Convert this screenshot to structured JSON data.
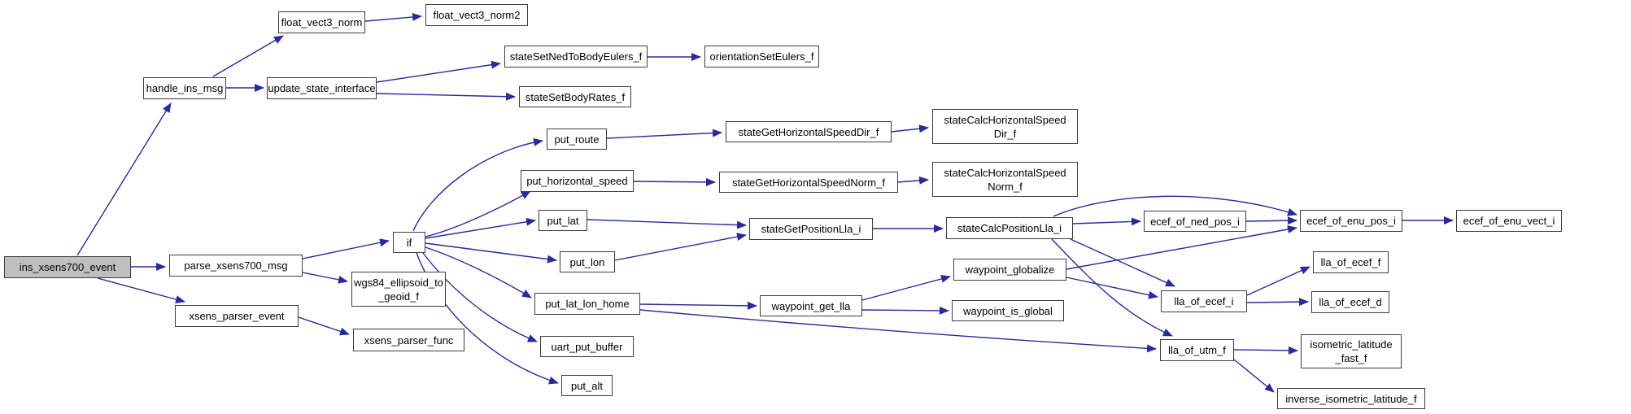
{
  "diagram": {
    "type": "call-graph",
    "root": "ins_xsens700_event",
    "colors": {
      "edge": "#2a2a9a",
      "node_border": "#3d3d3d",
      "node_fill": "#ffffff",
      "root_node_fill": "#bfbfbf",
      "background": "#ffffff",
      "text": "#000000"
    },
    "nodes": {
      "ins_xsens700_event": {
        "label": "ins_xsens700_event"
      },
      "handle_ins_msg": {
        "label": "handle_ins_msg"
      },
      "float_vect3_norm": {
        "label": "float_vect3_norm"
      },
      "float_vect3_norm2": {
        "label": "float_vect3_norm2"
      },
      "update_state_interface": {
        "label": "update_state_interface"
      },
      "stateSetNedToBodyEulers_f": {
        "label": "stateSetNedToBodyEulers_f"
      },
      "orientationSetEulers_f": {
        "label": "orientationSetEulers_f"
      },
      "stateSetBodyRates_f": {
        "label": "stateSetBodyRates_f"
      },
      "put_route": {
        "label": "put_route"
      },
      "stateGetHorizontalSpeedDir_f": {
        "label": "stateGetHorizontalSpeedDir_f"
      },
      "stateCalcHorizontalSpeedDir_f": {
        "label": "stateCalcHorizontalSpeed\nDir_f"
      },
      "put_horizontal_speed": {
        "label": "put_horizontal_speed"
      },
      "stateGetHorizontalSpeedNorm_f": {
        "label": "stateGetHorizontalSpeedNorm_f"
      },
      "stateCalcHorizontalSpeedNorm_f": {
        "label": "stateCalcHorizontalSpeed\nNorm_f"
      },
      "if": {
        "label": "if"
      },
      "put_lat": {
        "label": "put_lat"
      },
      "put_lon": {
        "label": "put_lon"
      },
      "stateGetPositionLla_i": {
        "label": "stateGetPositionLla_i"
      },
      "stateCalcPositionLla_i": {
        "label": "stateCalcPositionLla_i"
      },
      "ecef_of_ned_pos_i": {
        "label": "ecef_of_ned_pos_i"
      },
      "ecef_of_enu_pos_i": {
        "label": "ecef_of_enu_pos_i"
      },
      "ecef_of_enu_vect_i": {
        "label": "ecef_of_enu_vect_i"
      },
      "lla_of_ecef_f": {
        "label": "lla_of_ecef_f"
      },
      "lla_of_ecef_i": {
        "label": "lla_of_ecef_i"
      },
      "lla_of_ecef_d": {
        "label": "lla_of_ecef_d"
      },
      "waypoint_globalize": {
        "label": "waypoint_globalize"
      },
      "waypoint_get_lla": {
        "label": "waypoint_get_lla"
      },
      "waypoint_is_global": {
        "label": "waypoint_is_global"
      },
      "put_lat_lon_home": {
        "label": "put_lat_lon_home"
      },
      "uart_put_buffer": {
        "label": "uart_put_buffer"
      },
      "put_alt": {
        "label": "put_alt"
      },
      "parse_xsens700_msg": {
        "label": "parse_xsens700_msg"
      },
      "wgs84_ellipsoid_to_geoid_f": {
        "label": "wgs84_ellipsoid_to\n_geoid_f"
      },
      "xsens_parser_event": {
        "label": "xsens_parser_event"
      },
      "xsens_parser_func": {
        "label": "xsens_parser_func"
      },
      "lla_of_utm_f": {
        "label": "lla_of_utm_f"
      },
      "isometric_latitude_fast_f": {
        "label": "isometric_latitude\n_fast_f"
      },
      "inverse_isometric_latitude_f": {
        "label": "inverse_isometric_latitude_f"
      }
    },
    "edges": [
      {
        "from": "ins_xsens700_event",
        "to": "handle_ins_msg"
      },
      {
        "from": "ins_xsens700_event",
        "to": "parse_xsens700_msg"
      },
      {
        "from": "ins_xsens700_event",
        "to": "xsens_parser_event"
      },
      {
        "from": "parse_xsens700_msg",
        "to": "if"
      },
      {
        "from": "parse_xsens700_msg",
        "to": "wgs84_ellipsoid_to_geoid_f"
      },
      {
        "from": "xsens_parser_event",
        "to": "xsens_parser_func"
      },
      {
        "from": "handle_ins_msg",
        "to": "float_vect3_norm"
      },
      {
        "from": "handle_ins_msg",
        "to": "update_state_interface"
      },
      {
        "from": "float_vect3_norm",
        "to": "float_vect3_norm2"
      },
      {
        "from": "update_state_interface",
        "to": "stateSetNedToBodyEulers_f"
      },
      {
        "from": "update_state_interface",
        "to": "stateSetBodyRates_f"
      },
      {
        "from": "stateSetNedToBodyEulers_f",
        "to": "orientationSetEulers_f"
      },
      {
        "from": "put_route",
        "to": "stateGetHorizontalSpeedDir_f"
      },
      {
        "from": "stateGetHorizontalSpeedDir_f",
        "to": "stateCalcHorizontalSpeedDir_f"
      },
      {
        "from": "put_horizontal_speed",
        "to": "stateGetHorizontalSpeedNorm_f"
      },
      {
        "from": "stateGetHorizontalSpeedNorm_f",
        "to": "stateCalcHorizontalSpeedNorm_f"
      },
      {
        "from": "if",
        "to": "put_route"
      },
      {
        "from": "if",
        "to": "put_horizontal_speed"
      },
      {
        "from": "if",
        "to": "put_lat"
      },
      {
        "from": "if",
        "to": "put_lon"
      },
      {
        "from": "if",
        "to": "put_lat_lon_home"
      },
      {
        "from": "if",
        "to": "uart_put_buffer"
      },
      {
        "from": "if",
        "to": "put_alt"
      },
      {
        "from": "put_lat",
        "to": "stateGetPositionLla_i"
      },
      {
        "from": "put_lon",
        "to": "stateGetPositionLla_i"
      },
      {
        "from": "stateGetPositionLla_i",
        "to": "stateCalcPositionLla_i"
      },
      {
        "from": "stateCalcPositionLla_i",
        "to": "ecef_of_ned_pos_i"
      },
      {
        "from": "stateCalcPositionLla_i",
        "to": "ecef_of_enu_pos_i"
      },
      {
        "from": "stateCalcPositionLla_i",
        "to": "lla_of_ecef_i"
      },
      {
        "from": "stateCalcPositionLla_i",
        "to": "lla_of_utm_f"
      },
      {
        "from": "ecef_of_ned_pos_i",
        "to": "ecef_of_enu_pos_i"
      },
      {
        "from": "ecef_of_enu_pos_i",
        "to": "ecef_of_enu_vect_i"
      },
      {
        "from": "waypoint_globalize",
        "to": "ecef_of_enu_pos_i"
      },
      {
        "from": "waypoint_globalize",
        "to": "lla_of_ecef_i"
      },
      {
        "from": "lla_of_ecef_i",
        "to": "lla_of_ecef_f"
      },
      {
        "from": "lla_of_ecef_i",
        "to": "lla_of_ecef_d"
      },
      {
        "from": "put_lat_lon_home",
        "to": "waypoint_get_lla"
      },
      {
        "from": "put_lat_lon_home",
        "to": "lla_of_utm_f"
      },
      {
        "from": "waypoint_get_lla",
        "to": "waypoint_globalize"
      },
      {
        "from": "waypoint_get_lla",
        "to": "waypoint_is_global"
      },
      {
        "from": "lla_of_utm_f",
        "to": "isometric_latitude_fast_f"
      },
      {
        "from": "lla_of_utm_f",
        "to": "inverse_isometric_latitude_f"
      }
    ]
  }
}
